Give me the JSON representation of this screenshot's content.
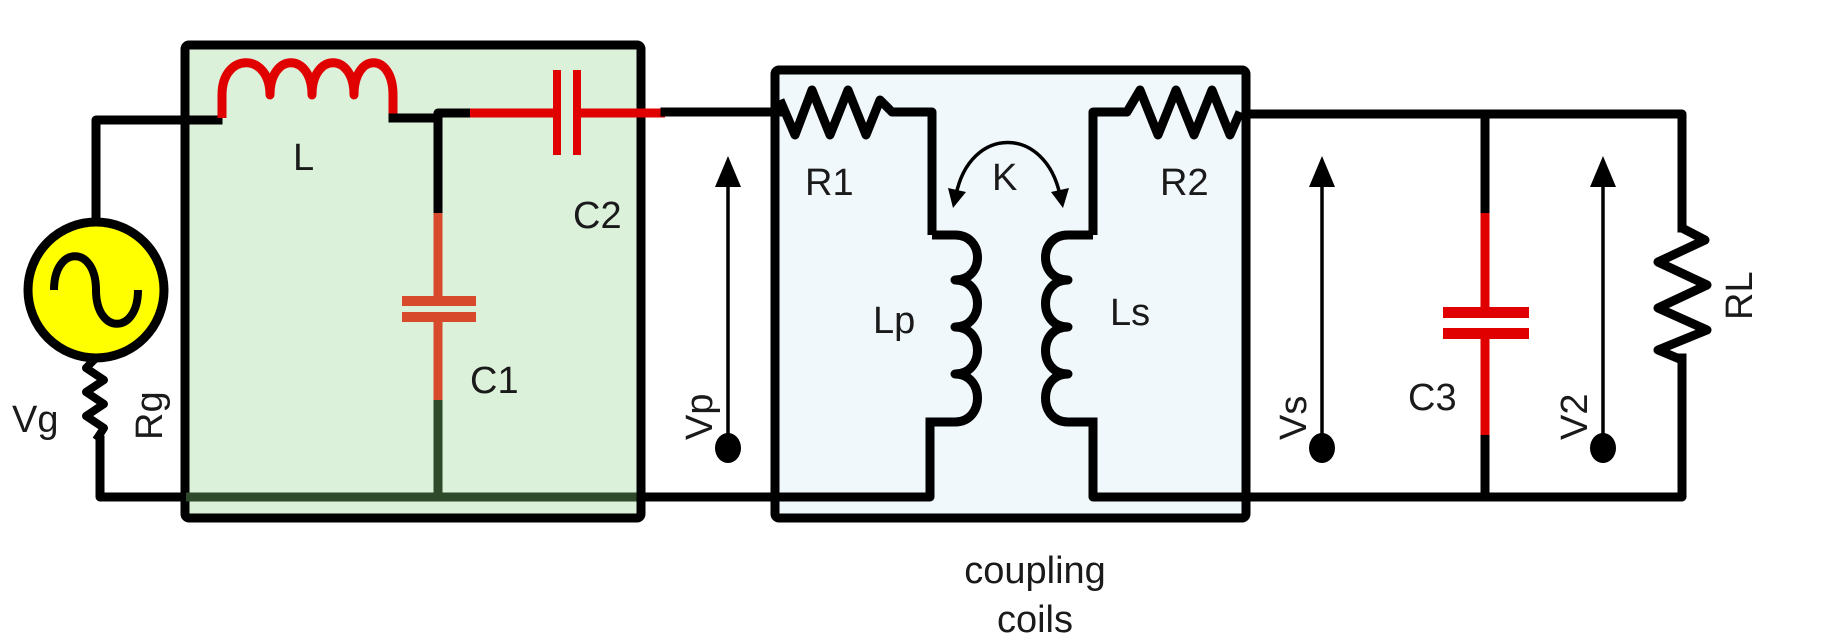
{
  "diagram": {
    "type": "circuit-schematic",
    "colors": {
      "wire": "#000000",
      "matching_box_fill": "#dcf1da",
      "coupling_box_fill": "#f0f8fc",
      "highlight_red": "#e00000",
      "c1_orange": "#d84a2c",
      "ground_dark_green": "#2e4a2a",
      "source_yellow": "#ffff00"
    },
    "labels": {
      "source": "Vg",
      "source_resistance": "Rg",
      "series_inductor": "L",
      "shunt_capacitor_1": "C1",
      "series_capacitor_2": "C2",
      "primary_voltage": "Vp",
      "primary_resistance": "R1",
      "coupling_factor": "K",
      "secondary_resistance": "R2",
      "primary_coil": "Lp",
      "secondary_coil": "Ls",
      "secondary_voltage": "Vs",
      "shunt_capacitor_3": "C3",
      "load_voltage": "V2",
      "load_resistance": "RL",
      "coupling_caption_line1": "coupling",
      "coupling_caption_line2": "coils"
    },
    "components": [
      {
        "id": "Vg",
        "kind": "ac-source"
      },
      {
        "id": "Rg",
        "kind": "resistor"
      },
      {
        "id": "L",
        "kind": "inductor",
        "highlighted": true
      },
      {
        "id": "C1",
        "kind": "capacitor",
        "highlighted": true
      },
      {
        "id": "C2",
        "kind": "capacitor",
        "highlighted": true
      },
      {
        "id": "R1",
        "kind": "resistor"
      },
      {
        "id": "Lp",
        "kind": "inductor"
      },
      {
        "id": "Ls",
        "kind": "inductor"
      },
      {
        "id": "R2",
        "kind": "resistor"
      },
      {
        "id": "C3",
        "kind": "capacitor",
        "highlighted": true
      },
      {
        "id": "RL",
        "kind": "resistor"
      }
    ],
    "groups": [
      {
        "name": "matching-network",
        "members": [
          "L",
          "C1",
          "C2"
        ]
      },
      {
        "name": "coupling-coils",
        "members": [
          "R1",
          "Lp",
          "Ls",
          "R2"
        ]
      }
    ]
  }
}
